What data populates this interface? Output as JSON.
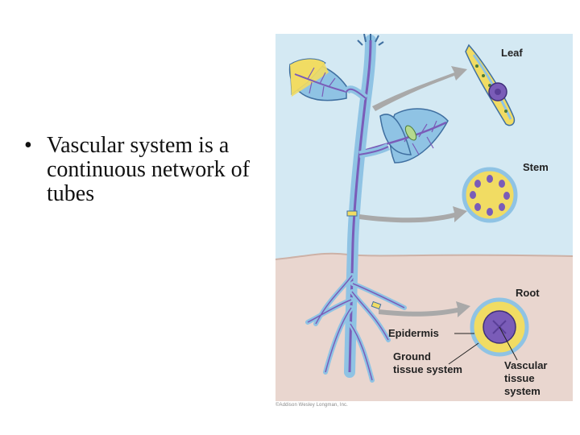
{
  "slide": {
    "bullet_symbol": "•",
    "bullet_text": "Vascular system is a continuous network of tubes"
  },
  "figure": {
    "labels": {
      "leaf": "Leaf",
      "stem": "Stem",
      "root": "Root",
      "epidermis": "Epidermis",
      "ground_line1": "Ground",
      "ground_line2": "tissue system",
      "vascular_line1": "Vascular",
      "vascular_line2": "tissue",
      "vascular_line3": "system"
    },
    "credit": "©Addison Wesley Longman, Inc.",
    "colors": {
      "sky": "#d4e9f3",
      "soil": "#e9d6cf",
      "plant_blue": "#8fc3e4",
      "vascular_purple": "#7a5cb8",
      "leaf_yellow": "#f1dc63"
    }
  }
}
